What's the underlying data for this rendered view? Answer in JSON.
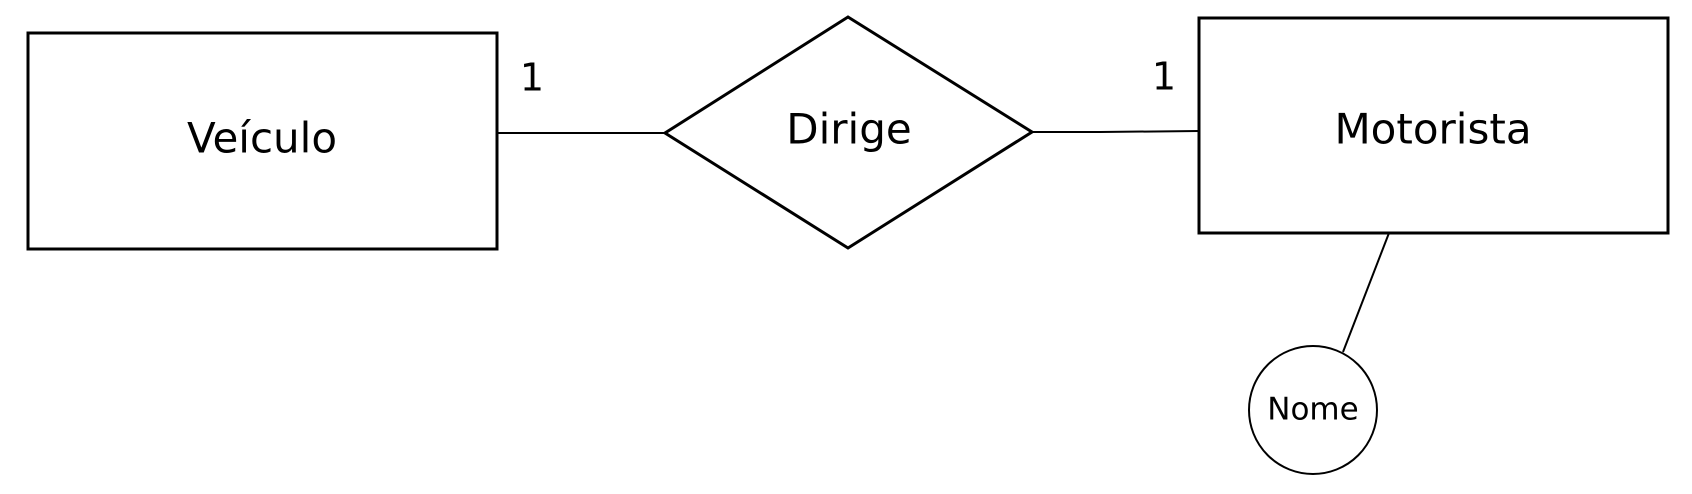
{
  "diagram": {
    "type": "entity-relationship",
    "entities": [
      {
        "id": "veiculo",
        "label": "Veículo"
      },
      {
        "id": "motorista",
        "label": "Motorista"
      }
    ],
    "relationships": [
      {
        "id": "dirige",
        "label": "Dirige",
        "from": "veiculo",
        "to": "motorista"
      }
    ],
    "cardinalities": {
      "veiculo_side": "1",
      "motorista_side": "1"
    },
    "attributes": [
      {
        "id": "nome",
        "label": "Nome",
        "owner": "motorista"
      }
    ],
    "colors": {
      "stroke": "#000000",
      "fill": "#ffffff",
      "text": "#000000"
    }
  }
}
